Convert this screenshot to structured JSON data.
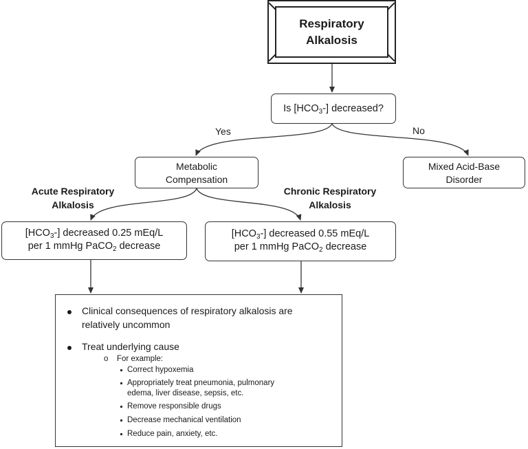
{
  "title": {
    "line1": "Respiratory",
    "line2": "Alkalosis"
  },
  "question": {
    "pre": "Is [HCO",
    "sub": "3",
    "post": "-] decreased?"
  },
  "edge_yes": "Yes",
  "edge_no": "No",
  "metabolic": {
    "line1": "Metabolic",
    "line2": "Compensation"
  },
  "mixed": {
    "line1": "Mixed Acid-Base",
    "line2": "Disorder"
  },
  "acute_label": {
    "line1": "Acute Respiratory",
    "line2": "Alkalosis"
  },
  "chronic_label": {
    "line1": "Chronic Respiratory",
    "line2": "Alkalosis"
  },
  "acute_box": {
    "pre": "[HCO",
    "sub": "3",
    "post": "-] decreased 0.25 mEq/L",
    "line2_pre": "per 1 mmHg PaCO",
    "line2_sub": "2",
    "line2_post": " decrease"
  },
  "chronic_box": {
    "pre": "[HCO",
    "sub": "3",
    "post": "-] decreased 0.55 mEq/L",
    "line2_pre": "per 1 mmHg PaCO",
    "line2_sub": "2",
    "line2_post": " decrease"
  },
  "consequences": {
    "bullet1_line1": "Clinical consequences of respiratory alkalosis are",
    "bullet1_line2": "relatively uncommon",
    "bullet2": "Treat underlying cause",
    "example_marker": "o",
    "example_label": "For example:",
    "items": [
      "Correct hypoxemia",
      "Appropriately treat pneumonia, pulmonary",
      "edema, liver disease, sepsis, etc.",
      "Remove responsible drugs",
      "Decrease mechanical ventilation",
      "Reduce pain, anxiety, etc."
    ]
  }
}
